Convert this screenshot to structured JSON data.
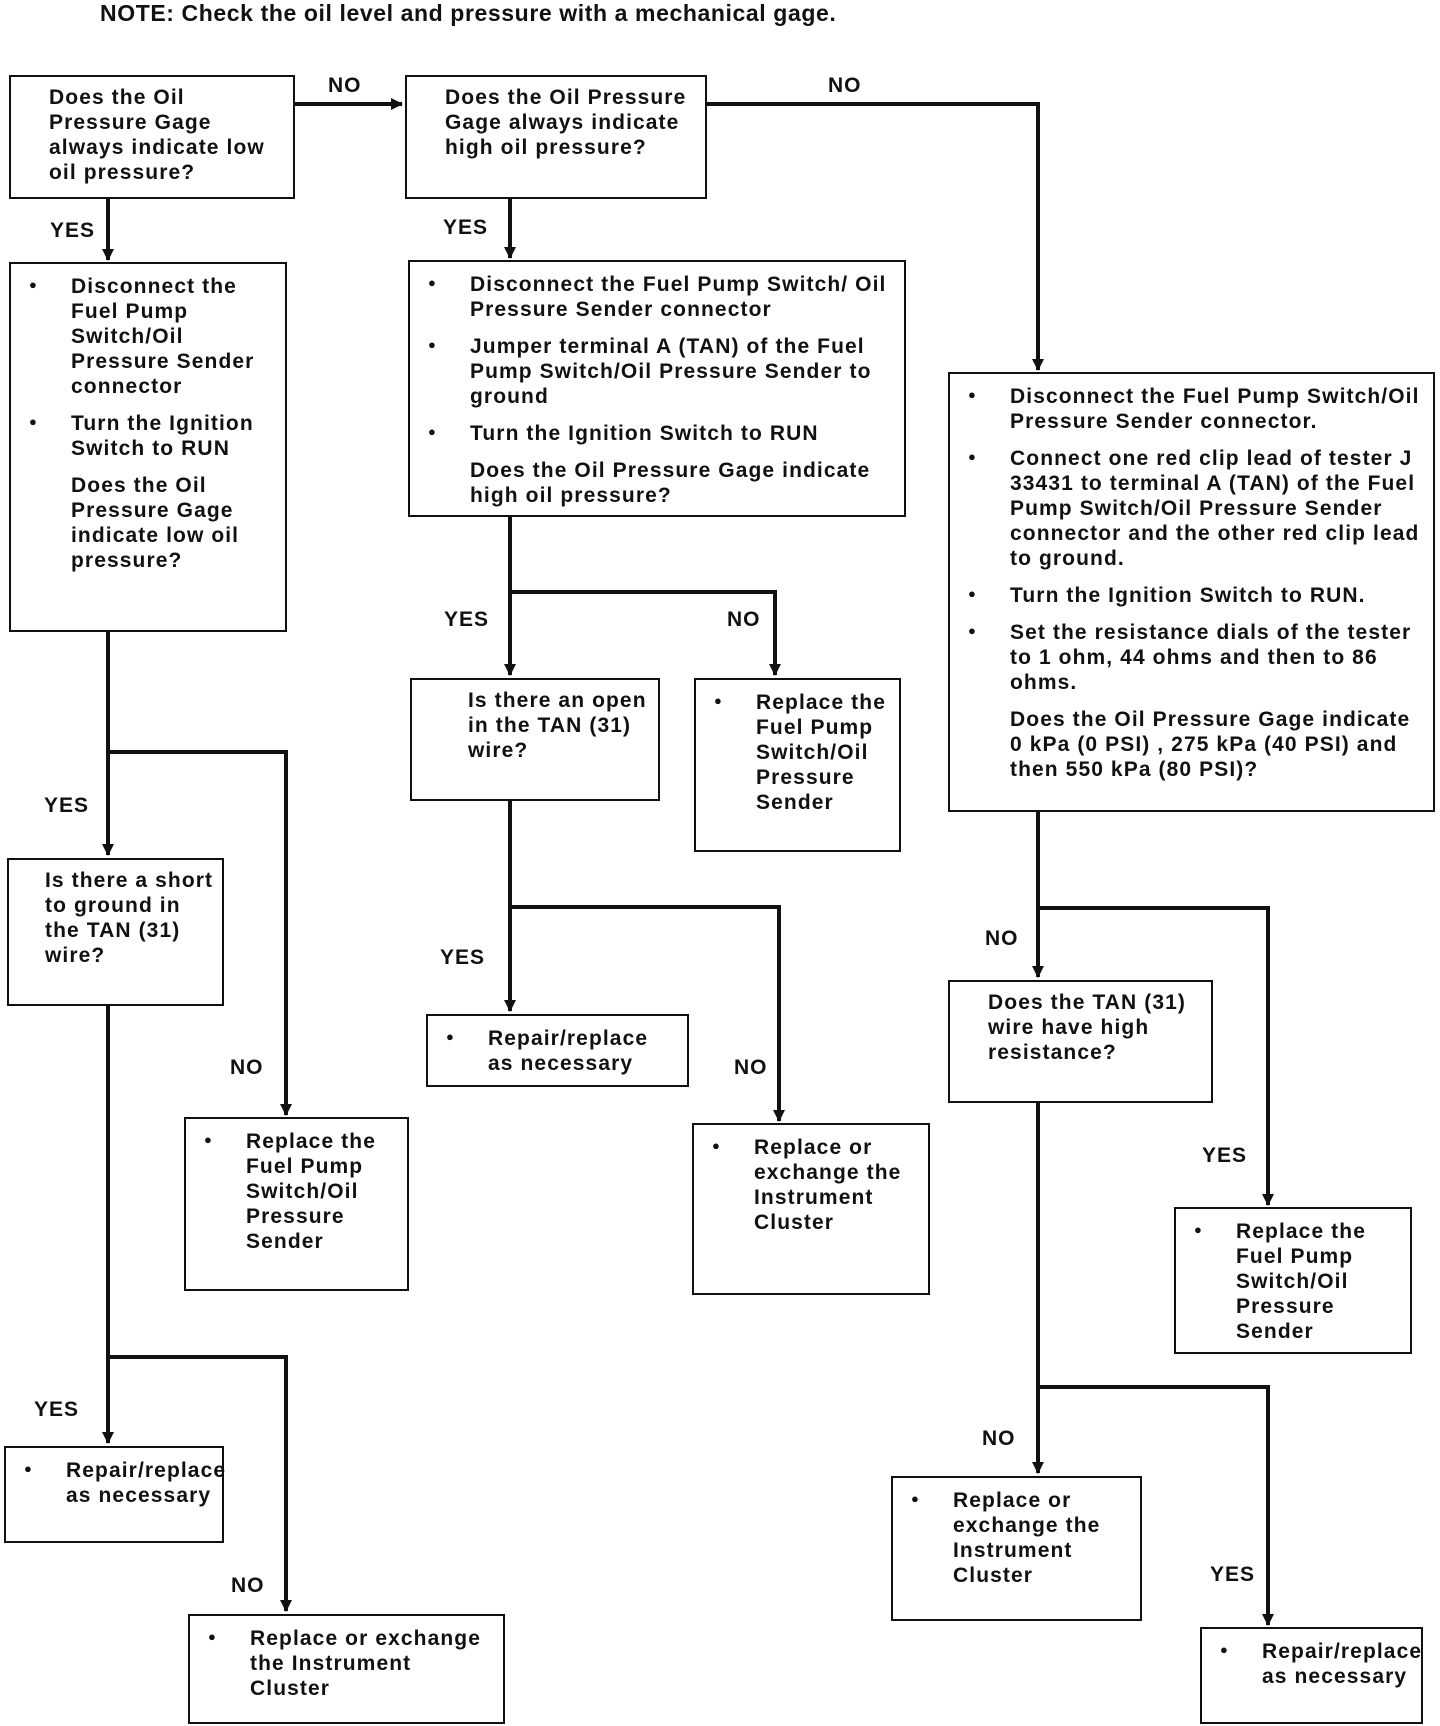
{
  "note": "NOTE:  Check the oil level and pressure with a mechanical gage.",
  "labels": {
    "yes": "YES",
    "no": "NO"
  },
  "boxes": {
    "q_low": "Does the Oil Pressure Gage always indicate low oil pressure?",
    "q_high": "Does the Oil Pressure Gage always indicate high oil pressure?",
    "left_steps": {
      "b1": "Disconnect the Fuel Pump Switch/Oil Pressure Sender connector",
      "b2": "Turn the Ignition Switch to RUN",
      "question": "Does the Oil Pressure Gage indicate low oil pressure?"
    },
    "mid_steps": {
      "b1": "Disconnect the Fuel Pump Switch/ Oil Pressure Sender connector",
      "b2": "Jumper terminal A (TAN) of the Fuel Pump Switch/Oil Pressure Sender to ground",
      "b3": "Turn the Ignition Switch to RUN",
      "question": "Does the Oil Pressure Gage indicate high oil pressure?"
    },
    "right_steps": {
      "b1": "Disconnect the Fuel Pump Switch/Oil Pressure Sender connector.",
      "b2": "Connect one red clip lead of tester J 33431 to terminal A (TAN) of the Fuel Pump Switch/Oil Pressure Sender connector and the other red clip lead to ground.",
      "b3": "Turn the Ignition Switch to RUN.",
      "b4": "Set the resistance dials of the tester to 1 ohm, 44 ohms and then to 86 ohms.",
      "question": "Does the Oil Pressure Gage indicate 0 kPa (0 PSI) , 275 kPa (40 PSI) and then 550 kPa (80 PSI)?"
    },
    "q_short": "Is there a short to ground in the TAN (31) wire?",
    "q_open": "Is there an open in the TAN (31) wire?",
    "q_resist": "Does the TAN (31) wire have high resistance?",
    "a_replace_sender_left": "Replace the Fuel Pump Switch/Oil Pressure Sender",
    "a_replace_sender_mid": "Replace the Fuel Pump Switch/Oil Pressure Sender",
    "a_replace_sender_right": "Replace the Fuel Pump Switch/Oil Pressure Sender",
    "a_repair_left": "Repair/replace as necessary",
    "a_repair_mid": "Repair/replace as necessary",
    "a_repair_right": "Repair/replace as necessary",
    "a_cluster_left": "Replace or exchange the Instrument Cluster",
    "a_cluster_mid": "Replace or exchange the Instrument Cluster",
    "a_cluster_right": "Replace or exchange the Instrument Cluster"
  }
}
